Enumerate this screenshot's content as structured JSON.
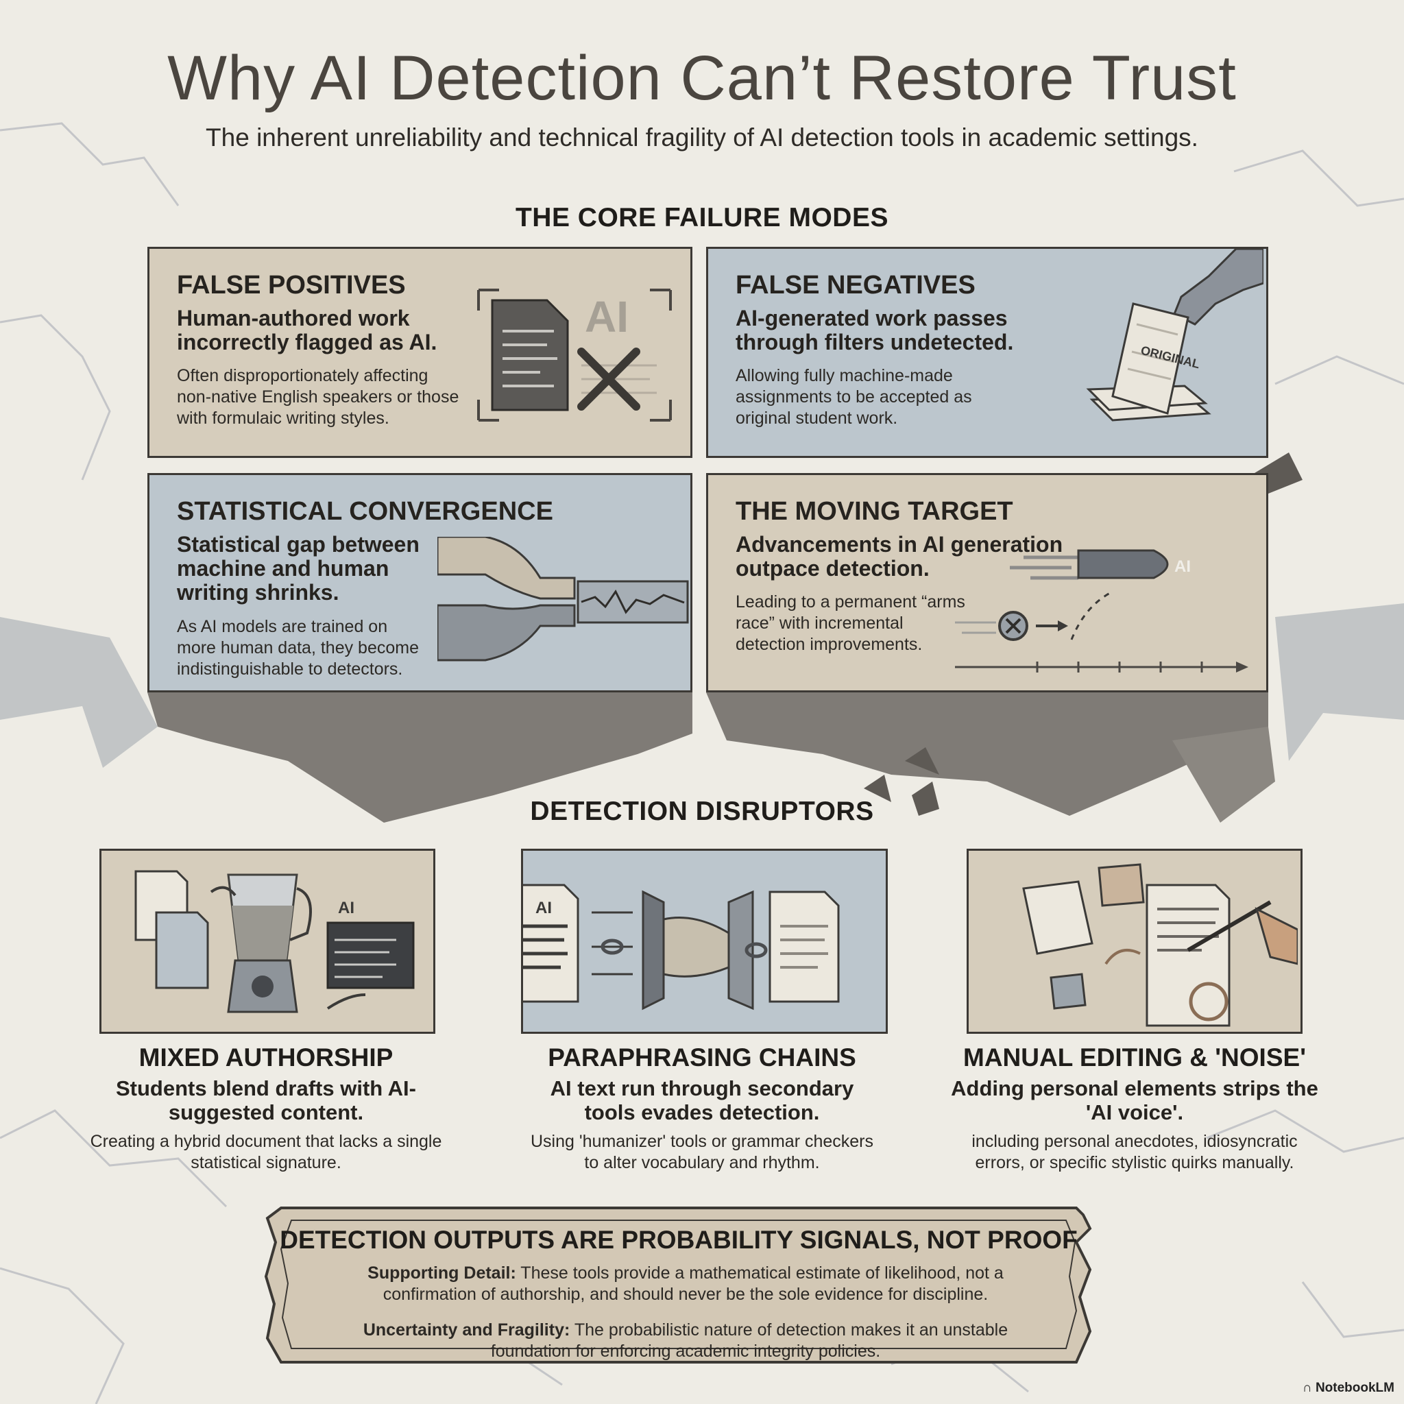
{
  "header": {
    "title": "Why AI Detection Can’t Restore Trust",
    "subtitle": "The inherent unreliability and technical fragility of AI detection tools in academic settings."
  },
  "core_failure_modes": {
    "heading": "THE CORE FAILURE MODES",
    "panels": [
      {
        "title": "FALSE POSITIVES",
        "lead": "Human-authored work incorrectly flagged as AI.",
        "body": "Often disproportionately affecting non-native English speakers or those with formulaic writing styles.",
        "icon_label": "AI"
      },
      {
        "title": "FALSE NEGATIVES",
        "lead": "AI-generated work passes through filters undetected.",
        "body": "Allowing fully machine-made assignments to be accepted as original student work.",
        "icon_label": "ORIGINAL"
      },
      {
        "title": "STATISTICAL CONVERGENCE",
        "lead": "Statistical gap between machine and human writing shrinks.",
        "body": "As AI models are trained on more human data, they become indistinguishable to detectors."
      },
      {
        "title": "THE MOVING TARGET",
        "lead": "Advancements in AI generation outpace detection.",
        "body": "Leading to a permanent “arms race” with incremental detection improvements.",
        "icon_label": "AI"
      }
    ]
  },
  "detection_disruptors": {
    "heading": "DETECTION DISRUPTORS",
    "items": [
      {
        "title": "MIXED AUTHORSHIP",
        "lead": "Students blend drafts with AI-suggested content.",
        "body": "Creating a hybrid document that lacks a single statistical signature.",
        "icon_label": "AI"
      },
      {
        "title": "PARAPHRASING CHAINS",
        "lead": "AI text run through secondary tools evades detection.",
        "body": "Using 'humanizer' tools or grammar checkers to alter vocabulary and rhythm.",
        "icon_label": "AI"
      },
      {
        "title": "MANUAL EDITING & 'NOISE'",
        "lead": "Adding personal elements strips the 'AI voice'.",
        "body": "including personal anecdotes, idiosyncratic errors, or specific stylistic quirks manually."
      }
    ]
  },
  "conclusion": {
    "title": "DETECTION OUTPUTS ARE PROBABILITY SIGNALS, NOT PROOF",
    "p1_label": "Supporting Detail:",
    "p1_text": "These tools provide a mathematical estimate of likelihood, not a confirmation of authorship, and should never be the sole evidence for discipline.",
    "p2_label": "Uncertainty and Fragility:",
    "p2_text": "The probabilistic nature of detection makes it an unstable foundation for enforcing academic integrity policies."
  },
  "brand": "NotebookLM",
  "colors": {
    "background": "#eeece5",
    "tan_panel": "#d6cdbc",
    "blue_panel": "#bcc6cd",
    "rock_dark": "#7f7b76",
    "ink": "#2f2c28"
  }
}
